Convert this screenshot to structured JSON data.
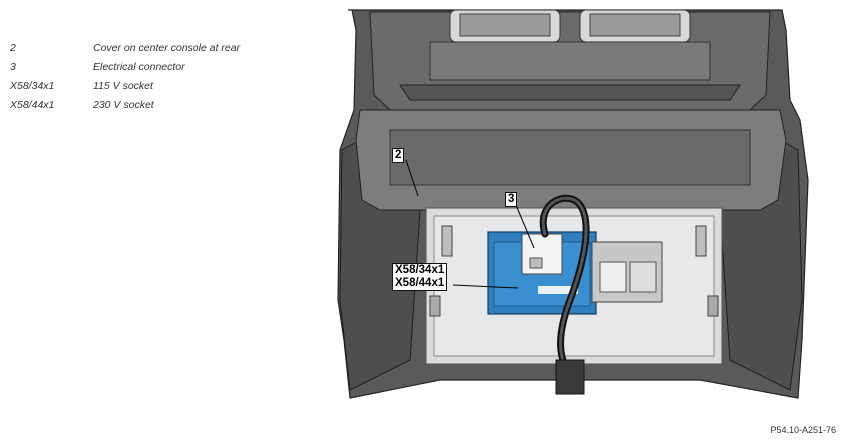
{
  "legend": [
    {
      "code": "2",
      "desc": "Cover on center console at rear"
    },
    {
      "code": "3",
      "desc": "Electrical connector"
    },
    {
      "code": "X58/34x1",
      "desc": "115 V socket"
    },
    {
      "code": "X58/44x1",
      "desc": "230 V socket"
    }
  ],
  "callouts": {
    "c2": "2",
    "c3": "3",
    "sockets": [
      "X58/34x1",
      "X58/44x1"
    ]
  },
  "reference": "P54.10-A251-76"
}
